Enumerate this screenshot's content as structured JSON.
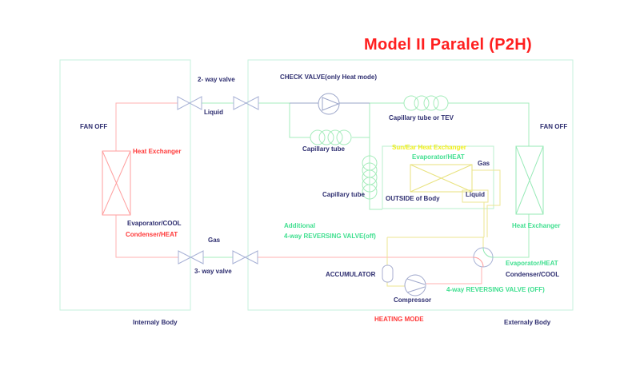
{
  "title": "Model II Paralel (P2H)",
  "mode_banner": "HEATING MODE",
  "internal_unit": {
    "fan_status": "FAN OFF",
    "heat_exchanger": "Heat Exchanger",
    "cool_role": "Evaporator/COOL",
    "heat_role": "Condenser/HEAT",
    "caption": "Internaly Body"
  },
  "external_unit": {
    "fan_status": "FAN OFF",
    "heat_exchanger": "Heat Exchanger",
    "heat_role": "Evaporator/HEAT",
    "cool_role": "Condenser/COOL",
    "reversing_valve": "4-way REVERSING VALVE (OFF)",
    "caption": "Externaly Body"
  },
  "piping": {
    "two_way_valve": "2- way valve",
    "liquid_line_top": "Liquid",
    "three_way_valve": "3- way valve",
    "gas_line_bottom": "Gas",
    "check_valve": "CHECK VALVE(only Heat mode)",
    "capillary_tube_main": "Capillary tube",
    "capillary_tube_or_tev": "Capillary tube or TEV",
    "capillary_tube_vertical": "Capillary tube",
    "additional_valve_line1": "Additional",
    "additional_valve_line2": "4-way REVERSING VALVE(off)"
  },
  "solar_exchanger": {
    "name": "Sun/Ear Heat Exchanger",
    "role": "Evaporator/HEAT",
    "gas_port": "Gas",
    "liquid_port": "Liquid",
    "location": "OUTSIDE of Body"
  },
  "components": {
    "accumulator": "ACCUMULATOR",
    "compressor": "Compressor"
  },
  "colors": {
    "title_red": "#ff1f1f",
    "label_navy": "#2e2e70",
    "green_text": "#3fdf8f",
    "yellow_text": "#f0ee16",
    "red_pipe": "#ffb2b2",
    "green_pipe": "#a6ecbc",
    "yellow_pipe": "#ece692",
    "mint_box": "#c6f1dd",
    "valve_blue": "#a8b2d6"
  }
}
